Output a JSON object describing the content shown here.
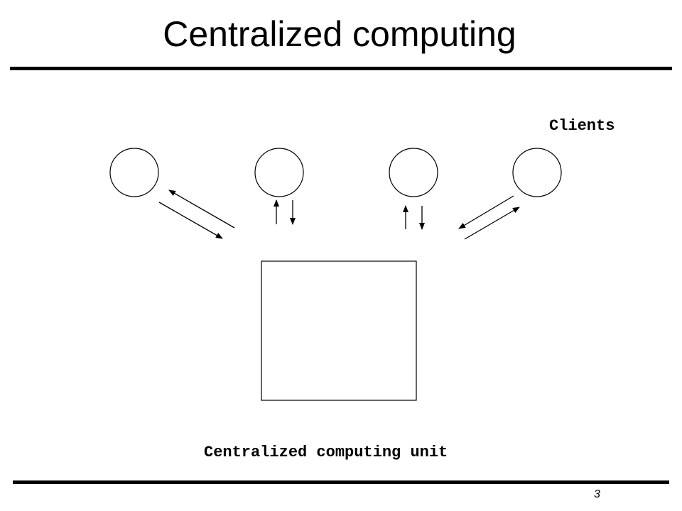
{
  "slide": {
    "title": "Centralized computing",
    "page_number": "3"
  },
  "diagram": {
    "clients_label": "Clients",
    "unit_label": "Centralized computing unit",
    "client_count": 4,
    "line_color": "#000000",
    "background_color": "#ffffff"
  }
}
